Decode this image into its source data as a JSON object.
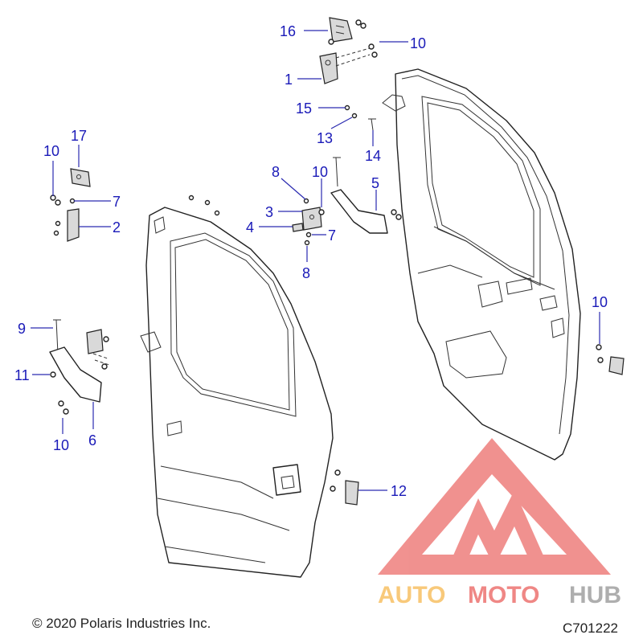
{
  "colors": {
    "callout": "#1a1ab8",
    "leader": "#2a2ab0",
    "watermark_red": "#e53935",
    "watermark_orange": "#f5a623",
    "watermark_grey": "#7a7a7a"
  },
  "callouts": [
    {
      "id": "c16",
      "label": "16"
    },
    {
      "id": "c10a",
      "label": "10"
    },
    {
      "id": "c1",
      "label": "1"
    },
    {
      "id": "c15",
      "label": "15"
    },
    {
      "id": "c13",
      "label": "13"
    },
    {
      "id": "c14",
      "label": "14"
    },
    {
      "id": "c17",
      "label": "17"
    },
    {
      "id": "c10b",
      "label": "10"
    },
    {
      "id": "c7a",
      "label": "7"
    },
    {
      "id": "c2",
      "label": "2"
    },
    {
      "id": "c8a",
      "label": "8"
    },
    {
      "id": "c10c",
      "label": "10"
    },
    {
      "id": "c5",
      "label": "5"
    },
    {
      "id": "c3",
      "label": "3"
    },
    {
      "id": "c4",
      "label": "4"
    },
    {
      "id": "c7b",
      "label": "7"
    },
    {
      "id": "c8b",
      "label": "8"
    },
    {
      "id": "c9",
      "label": "9"
    },
    {
      "id": "c11",
      "label": "11"
    },
    {
      "id": "c10d",
      "label": "10"
    },
    {
      "id": "c6",
      "label": "6"
    },
    {
      "id": "c10e",
      "label": "10"
    },
    {
      "id": "c12",
      "label": "12"
    }
  ],
  "watermark": {
    "part1": "AUTO",
    "part2": "MOTO",
    "part3": "HUB"
  },
  "footer": {
    "copyright": "© 2020 Polaris Industries Inc.",
    "code": "C701222"
  }
}
